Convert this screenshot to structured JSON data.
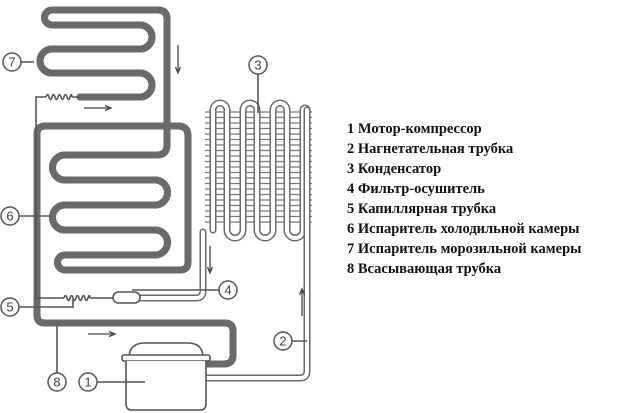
{
  "labels": [
    "1",
    "2",
    "3",
    "4",
    "5",
    "6",
    "7",
    "8"
  ],
  "legend": [
    "1 Мотор-компрессор",
    "2 Нагнетательная трубка",
    "3 Конденсатор",
    "4 Фильтр-осушитель",
    "5 Капиллярная трубка",
    "6 Испаритель холодильной камеры",
    "7 Испаритель морозильной камеры",
    "8 Всасывающая трубка"
  ]
}
